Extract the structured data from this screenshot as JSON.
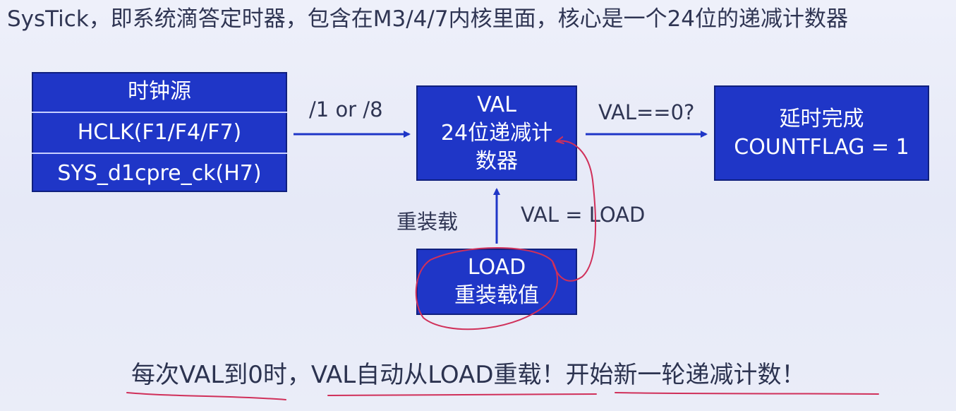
{
  "title": "SysTick，即系统滴答定时器，包含在M3/4/7内核里面，核心是一个24位的递减计数器",
  "clock_source": {
    "header": "时钟源",
    "rows": [
      "HCLK(F1/F4/F7)",
      "SYS_d1cpre_ck(H7)"
    ]
  },
  "divider_label": "/1 or /8",
  "val_box": {
    "line1": "VAL",
    "line2": "24位递减计",
    "line3": "数器"
  },
  "condition_label": "VAL==0?",
  "done_box": {
    "line1": "延时完成",
    "line2": "COUNTFLAG = 1"
  },
  "reload_label": "重装载",
  "assign_label": "VAL = LOAD",
  "load_box": {
    "line1": "LOAD",
    "line2": "重装载值"
  },
  "note": {
    "part1": "每次VAL到0时，",
    "part2": "VAL自动从LOAD重载！",
    "part3": "开始新一轮递减计数！"
  },
  "colors": {
    "box_fill": "#1f36c7",
    "annotation": "#d0305a",
    "arrow": "#1f36c7"
  }
}
